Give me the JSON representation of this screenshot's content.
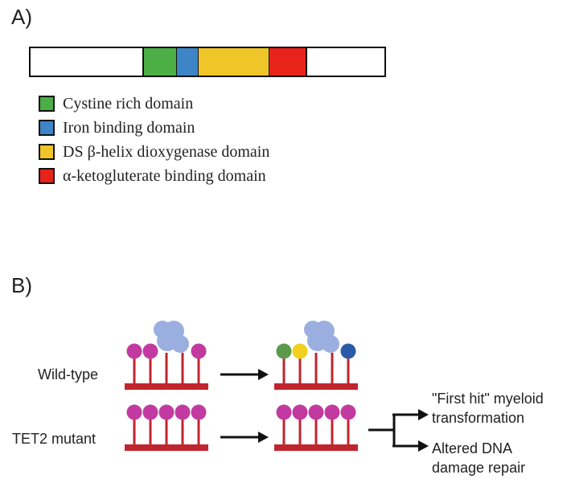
{
  "panel_a": {
    "label": "A)",
    "domains": [
      {
        "name": "Cystine rich domain",
        "color": "#4caf45"
      },
      {
        "name": "Iron binding domain",
        "color": "#3d85c6"
      },
      {
        "name": "DS β-helix dioxygenase domain",
        "color": "#f0c528"
      },
      {
        "name": "α-ketogluterate binding domain",
        "color": "#e8231a"
      }
    ]
  },
  "panel_b": {
    "label": "B)",
    "wild_type_label": "Wild-type",
    "mutant_label": "TET2 mutant",
    "outcomes": [
      {
        "line1": "\"First hit\" myeloid",
        "line2": "transformation"
      },
      {
        "line1": "Altered DNA",
        "line2": "damage repair"
      }
    ]
  },
  "colors": {
    "dna_bar": "#c0252f",
    "methyl_group": "#c23aa0",
    "enzyme": "#9aaee0",
    "green_mark": "#5a9a4a",
    "yellow_mark": "#f0d020",
    "blue_mark": "#2a5aa8",
    "arrow": "#111111"
  }
}
